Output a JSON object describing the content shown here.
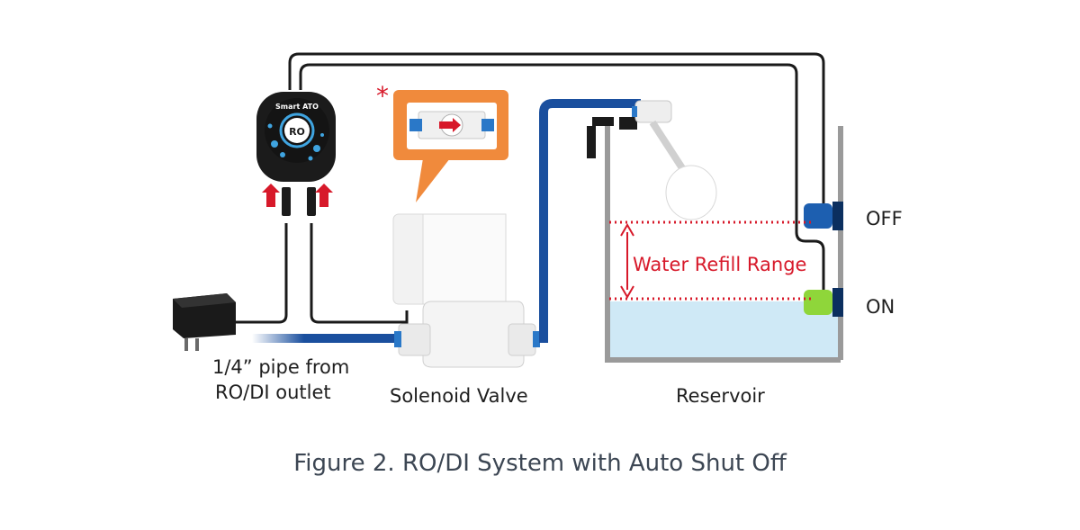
{
  "labels": {
    "pipe_line1": "1/4” pipe from",
    "pipe_line2": "RO/DI outlet",
    "solenoid": "Solenoid Valve",
    "reservoir": "Reservoir",
    "refill_range": "Water Refill Range",
    "off": "OFF",
    "on": "ON",
    "controller_name": "Smart ATO",
    "controller_badge": "RO",
    "asterisk": "*"
  },
  "caption": "Figure 2. RO/DI System with Auto Shut Off",
  "colors": {
    "pipe": "#1a4f9e",
    "wire": "#1a1a1a",
    "refill": "#d7192a",
    "water": "#cfe9f6",
    "callout": "#f08a3c",
    "off_sensor": "#1d5fb0",
    "on_sensor": "#8fd63a",
    "tank": "#9a9a9a"
  },
  "icons": [
    "power-adapter-icon",
    "arrow-up-icon",
    "smart-ato-controller-icon",
    "solenoid-valve-icon",
    "float-valve-icon",
    "optical-sensor-icon"
  ]
}
